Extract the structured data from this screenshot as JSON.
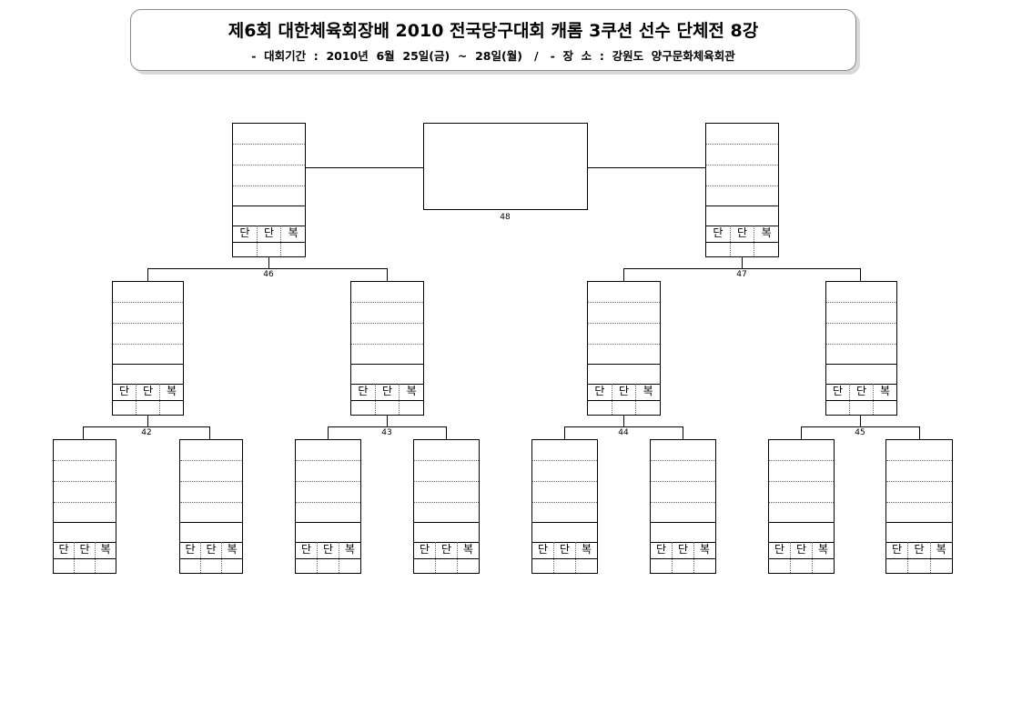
{
  "header": {
    "title": "제6회 대한체육회장배 2010 전국당구대회 캐롬 3쿠션 선수 단체전 8강",
    "subtitle": "-  대회기간  :  2010년  6월  25일(금)  ~  28일(월)   /   -  장  소  :  강원도  양구문화체육회관"
  },
  "cell_labels": [
    "단",
    "단",
    "복"
  ],
  "matches": {
    "final": "48",
    "semi_left": "46",
    "semi_right": "47",
    "qf1": "42",
    "qf2": "43",
    "qf3": "44",
    "qf4": "45"
  }
}
